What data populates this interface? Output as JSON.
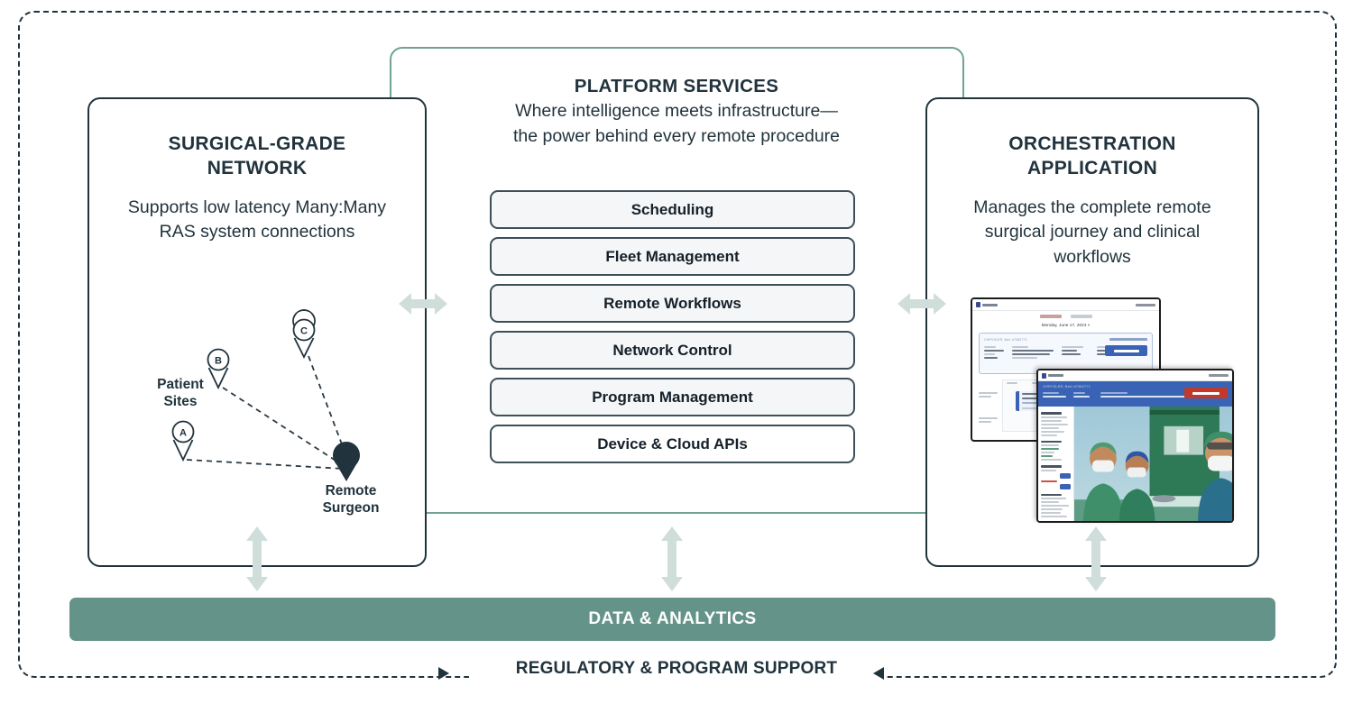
{
  "diagram": {
    "outer_frame_label": "REGULATORY & PROGRAM SUPPORT",
    "colors": {
      "ink": "#21333d",
      "sage": "#649489",
      "sage_light": "#cfdedb",
      "green_border": "#6fa396",
      "pill_bg": "#f4f6f7",
      "accent_blue": "#3b63b5",
      "accent_red": "#c0392b"
    }
  },
  "left_panel": {
    "title": "SURGICAL-GRADE NETWORK",
    "title_line1": "SURGICAL-GRADE",
    "title_line2": "NETWORK",
    "description": "Supports low latency Many:Many RAS system connections",
    "map": {
      "patient_sites_label": "Patient Sites",
      "remote_surgeon_label": "Remote Surgeon",
      "pins": [
        {
          "id": "A",
          "label": "A"
        },
        {
          "id": "B",
          "label": "B"
        },
        {
          "id": "C",
          "label": "C"
        }
      ]
    }
  },
  "center_panel": {
    "title": "PLATFORM SERVICES",
    "subtitle_line1": "Where intelligence meets infrastructure—",
    "subtitle_line2": "the power behind every remote procedure",
    "services": [
      {
        "label": "Scheduling",
        "style": "filled"
      },
      {
        "label": "Fleet Management",
        "style": "filled"
      },
      {
        "label": "Remote Workflows",
        "style": "filled"
      },
      {
        "label": "Network Control",
        "style": "filled"
      },
      {
        "label": "Program Management",
        "style": "filled"
      },
      {
        "label": "Device & Cloud APIs",
        "style": "plain"
      }
    ]
  },
  "right_panel": {
    "title_line1": "ORCHESTRATION",
    "title_line2": "APPLICATION",
    "description": "Manages the complete remote surgical journey and clinical workflows",
    "app_screenshot": {
      "back_window": {
        "date": "Monday, June 17, 2024",
        "patient_name": "CHRYSLER, Bert",
        "patient_id": "#7362771",
        "room_status": "OR OPERATING ROOM",
        "primary_action": "ENTER ROOM"
      },
      "front_window": {
        "patient_name": "CHRYSLER, Bert",
        "patient_id": "#7362771",
        "primary_action": "LEAVE ROOM",
        "video_caption": "operating room live video"
      }
    }
  },
  "bottom_band": {
    "label": "DATA & ANALYTICS"
  }
}
